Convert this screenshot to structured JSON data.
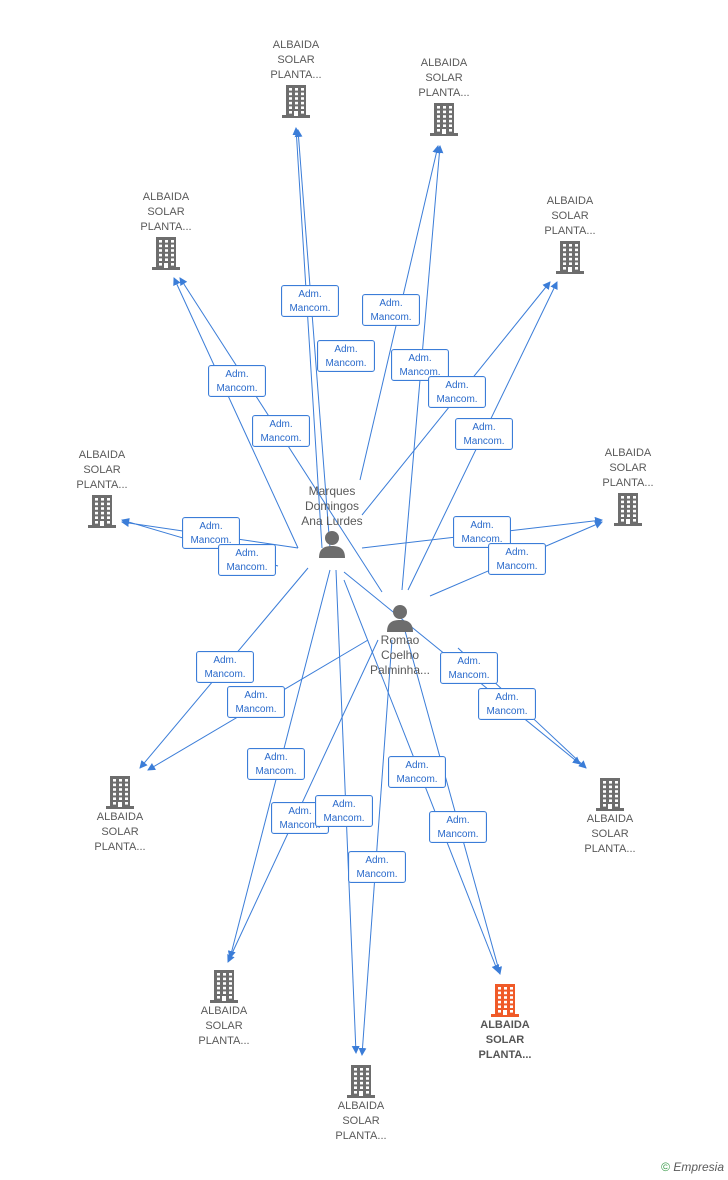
{
  "colors": {
    "edge": "#3b7dd8",
    "building": "#6d6d6d",
    "building_highlight": "#f05a28",
    "label_text": "#2a6acb"
  },
  "people": [
    {
      "id": "p1",
      "lines": [
        "Marques",
        "Domingos",
        "Ana Lurdes"
      ],
      "label_position": "above"
    },
    {
      "id": "p2",
      "lines": [
        "Romao",
        "Coelho",
        "Palminha..."
      ],
      "label_position": "below"
    }
  ],
  "companies": [
    {
      "id": "c1",
      "lines": [
        "ALBAIDA",
        "SOLAR",
        "PLANTA..."
      ],
      "label_position": "above",
      "highlight": false
    },
    {
      "id": "c2",
      "lines": [
        "ALBAIDA",
        "SOLAR",
        "PLANTA..."
      ],
      "label_position": "above",
      "highlight": false
    },
    {
      "id": "c3",
      "lines": [
        "ALBAIDA",
        "SOLAR",
        "PLANTA..."
      ],
      "label_position": "above",
      "highlight": false
    },
    {
      "id": "c4",
      "lines": [
        "ALBAIDA",
        "SOLAR",
        "PLANTA..."
      ],
      "label_position": "above",
      "highlight": false
    },
    {
      "id": "c5",
      "lines": [
        "ALBAIDA",
        "SOLAR",
        "PLANTA..."
      ],
      "label_position": "above",
      "highlight": false
    },
    {
      "id": "c6",
      "lines": [
        "ALBAIDA",
        "SOLAR",
        "PLANTA..."
      ],
      "label_position": "above",
      "highlight": false
    },
    {
      "id": "c7",
      "lines": [
        "ALBAIDA",
        "SOLAR",
        "PLANTA..."
      ],
      "label_position": "below",
      "highlight": false
    },
    {
      "id": "c8",
      "lines": [
        "ALBAIDA",
        "SOLAR",
        "PLANTA..."
      ],
      "label_position": "below",
      "highlight": false
    },
    {
      "id": "c9",
      "lines": [
        "ALBAIDA",
        "SOLAR",
        "PLANTA..."
      ],
      "label_position": "below",
      "highlight": false
    },
    {
      "id": "c10",
      "lines": [
        "ALBAIDA",
        "SOLAR",
        "PLANTA..."
      ],
      "label_position": "below",
      "highlight": false
    },
    {
      "id": "c11",
      "lines": [
        "ALBAIDA",
        "SOLAR",
        "PLANTA..."
      ],
      "label_position": "below",
      "highlight": true
    }
  ],
  "relation_label": [
    "Adm.",
    "Mancom."
  ],
  "edge_labels_count": 22,
  "footer": {
    "copyright": "©",
    "brand": "Empresia"
  }
}
